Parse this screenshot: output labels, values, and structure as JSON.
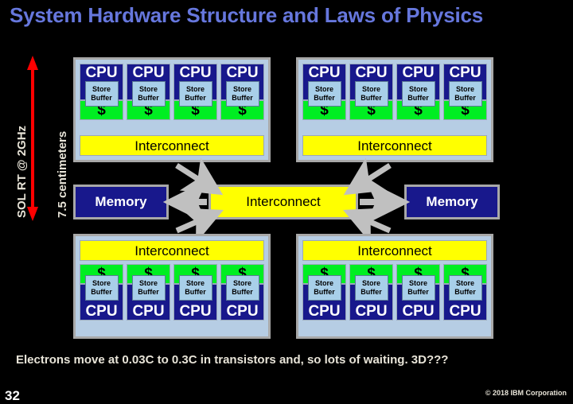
{
  "slide": {
    "title": "System Hardware Structure and Laws of Physics",
    "caption": "Electrons move at 0.03C to 0.3C in transistors and, so lots of waiting.  3D???",
    "page_number": "32",
    "copyright": "© 2018 IBM Corporation",
    "background_color": "#000000",
    "title_color": "#6677dd",
    "text_color": "#e8e4d8"
  },
  "measure": {
    "top_label": "SOL RT @ 2GHz",
    "bottom_label": "7.5 centimeters",
    "arrow_icon": "double-headed-vertical-arrow-icon",
    "arrow_color": "#ff0000"
  },
  "labels": {
    "cpu": "CPU",
    "store_buffer_line1": "Store",
    "store_buffer_line2": "Buffer",
    "cache": "$",
    "interconnect": "Interconnect",
    "memory": "Memory"
  },
  "colors": {
    "cpu": "#18188c",
    "cache": "#00ee22",
    "store_buffer": "#a8cfe9",
    "interconnect": "#ffff00",
    "memory": "#18188c",
    "panel": "#b6cde4",
    "border": "#a8a8a8",
    "arrow": "#c0c0c0"
  },
  "clusters": [
    {
      "id": "top-left",
      "orientation": "cpu-top",
      "cores": [
        {
          "cpu": "CPU",
          "store_buffer": [
            "Store",
            "Buffer"
          ],
          "cache": "$"
        },
        {
          "cpu": "CPU",
          "store_buffer": [
            "Store",
            "Buffer"
          ],
          "cache": "$"
        },
        {
          "cpu": "CPU",
          "store_buffer": [
            "Store",
            "Buffer"
          ],
          "cache": "$"
        },
        {
          "cpu": "CPU",
          "store_buffer": [
            "Store",
            "Buffer"
          ],
          "cache": "$"
        }
      ],
      "interconnect": "Interconnect"
    },
    {
      "id": "top-right",
      "orientation": "cpu-top",
      "cores": [
        {
          "cpu": "CPU",
          "store_buffer": [
            "Store",
            "Buffer"
          ],
          "cache": "$"
        },
        {
          "cpu": "CPU",
          "store_buffer": [
            "Store",
            "Buffer"
          ],
          "cache": "$"
        },
        {
          "cpu": "CPU",
          "store_buffer": [
            "Store",
            "Buffer"
          ],
          "cache": "$"
        },
        {
          "cpu": "CPU",
          "store_buffer": [
            "Store",
            "Buffer"
          ],
          "cache": "$"
        }
      ],
      "interconnect": "Interconnect"
    },
    {
      "id": "bottom-left",
      "orientation": "cpu-bottom",
      "cores": [
        {
          "cpu": "CPU",
          "store_buffer": [
            "Store",
            "Buffer"
          ],
          "cache": "$"
        },
        {
          "cpu": "CPU",
          "store_buffer": [
            "Store",
            "Buffer"
          ],
          "cache": "$"
        },
        {
          "cpu": "CPU",
          "store_buffer": [
            "Store",
            "Buffer"
          ],
          "cache": "$"
        },
        {
          "cpu": "CPU",
          "store_buffer": [
            "Store",
            "Buffer"
          ],
          "cache": "$"
        }
      ],
      "interconnect": "Interconnect"
    },
    {
      "id": "bottom-right",
      "orientation": "cpu-bottom",
      "cores": [
        {
          "cpu": "CPU",
          "store_buffer": [
            "Store",
            "Buffer"
          ],
          "cache": "$"
        },
        {
          "cpu": "CPU",
          "store_buffer": [
            "Store",
            "Buffer"
          ],
          "cache": "$"
        },
        {
          "cpu": "CPU",
          "store_buffer": [
            "Store",
            "Buffer"
          ],
          "cache": "$"
        },
        {
          "cpu": "CPU",
          "store_buffer": [
            "Store",
            "Buffer"
          ],
          "cache": "$"
        }
      ],
      "interconnect": "Interconnect"
    }
  ],
  "center": {
    "memory_left": "Memory",
    "memory_right": "Memory",
    "interconnect": "Interconnect"
  }
}
